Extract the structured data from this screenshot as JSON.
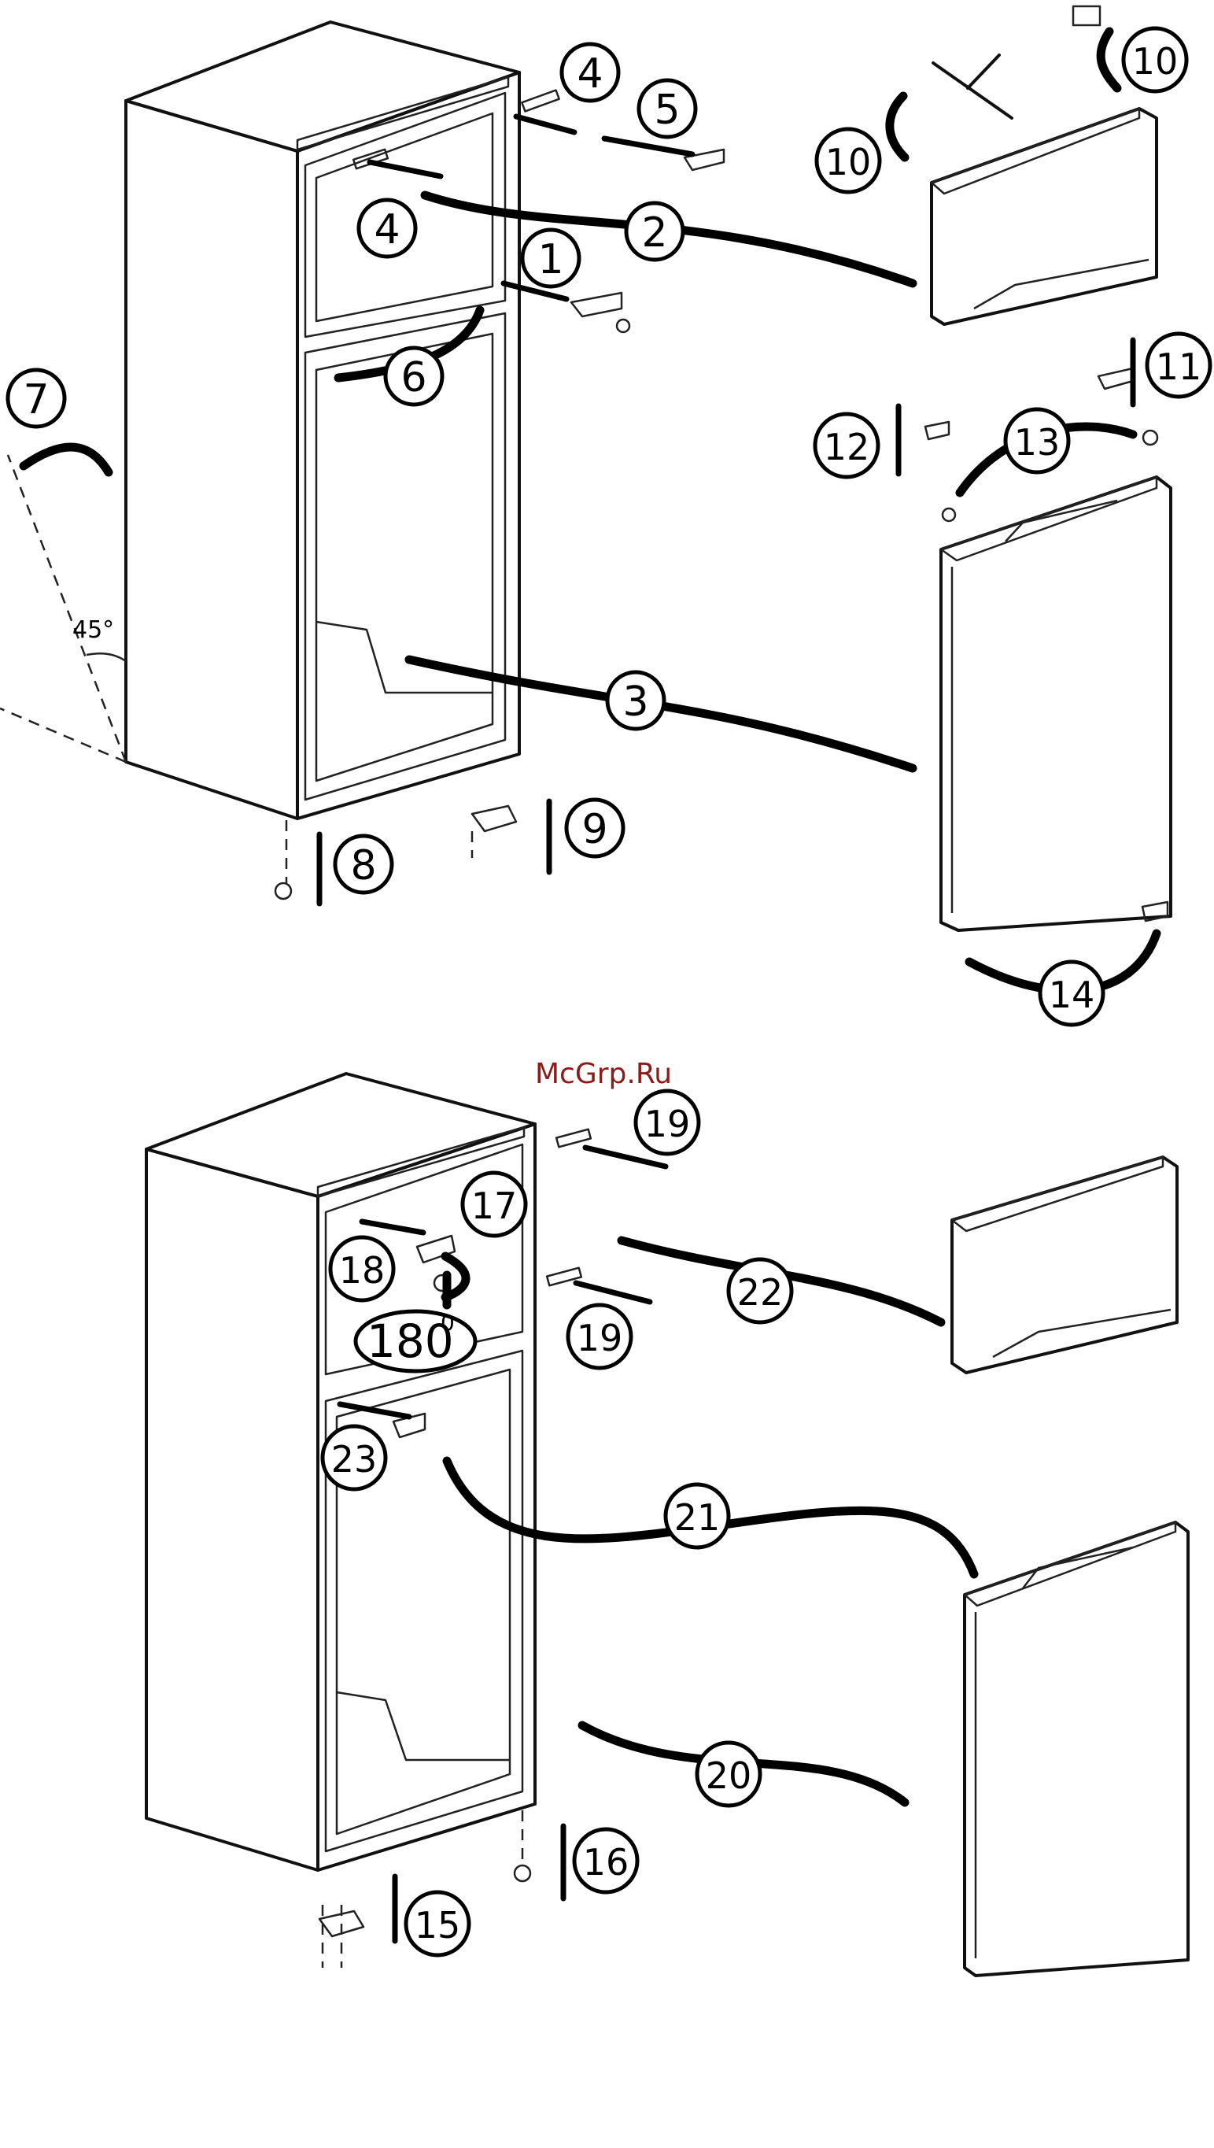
{
  "watermark": "McGrp.Ru",
  "angle_label": "45°",
  "rotation_label": "180",
  "rotation_degree_mark": "0",
  "colors": {
    "ink": "#000000",
    "cabinet_side": "#bdbdbd",
    "cabinet_top": "#8f8f8f",
    "cabinet_front": "#ffffff",
    "door_side": "#e6e6e6",
    "watermark": "#8a1c1c"
  },
  "callouts": {
    "c1": "1",
    "c2": "2",
    "c3": "3",
    "c4a": "4",
    "c4b": "4",
    "c5": "5",
    "c6": "6",
    "c7": "7",
    "c8": "8",
    "c9": "9",
    "c10a": "10",
    "c10b": "10",
    "c11": "11",
    "c12": "12",
    "c13": "13",
    "c14": "14",
    "c15": "15",
    "c16": "16",
    "c17": "17",
    "c18": "18",
    "c19a": "19",
    "c19b": "19",
    "c20": "20",
    "c21": "21",
    "c22": "22",
    "c23": "23"
  }
}
